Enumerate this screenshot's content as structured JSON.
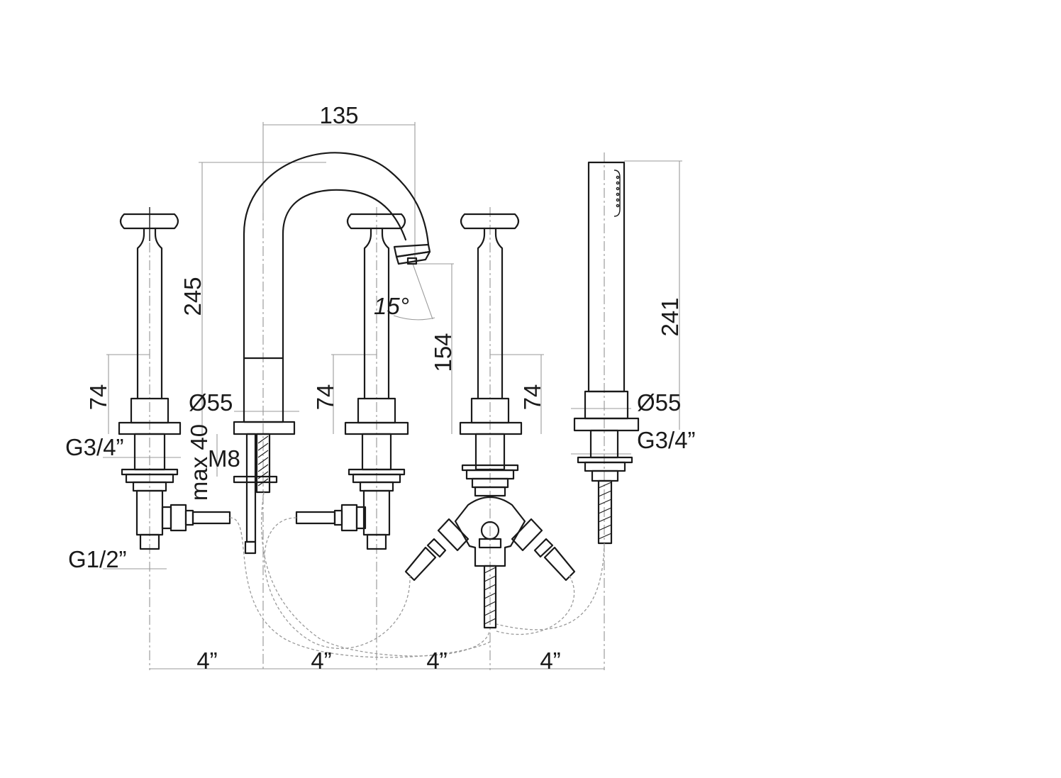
{
  "dimensions": {
    "spout_reach": "135",
    "spout_height": "245",
    "spout_angle": "15°",
    "spout_outlet_height": "154",
    "shower_height": "241",
    "handle_height_left": "74",
    "handle_height_middle": "74",
    "handle_height_right": "74",
    "spout_base_diameter": "Ø55",
    "shower_base_diameter": "Ø55",
    "thread_left": "G3/4”",
    "thread_shower": "G3/4”",
    "stud_thread": "M8",
    "deck_thickness": "max 40",
    "inlet_thread": "G1/2”",
    "spacing": [
      "4”",
      "4”",
      "4”",
      "4”"
    ]
  },
  "colors": {
    "line": "#1a1a1a",
    "dimension_line": "#9a9a9a"
  }
}
